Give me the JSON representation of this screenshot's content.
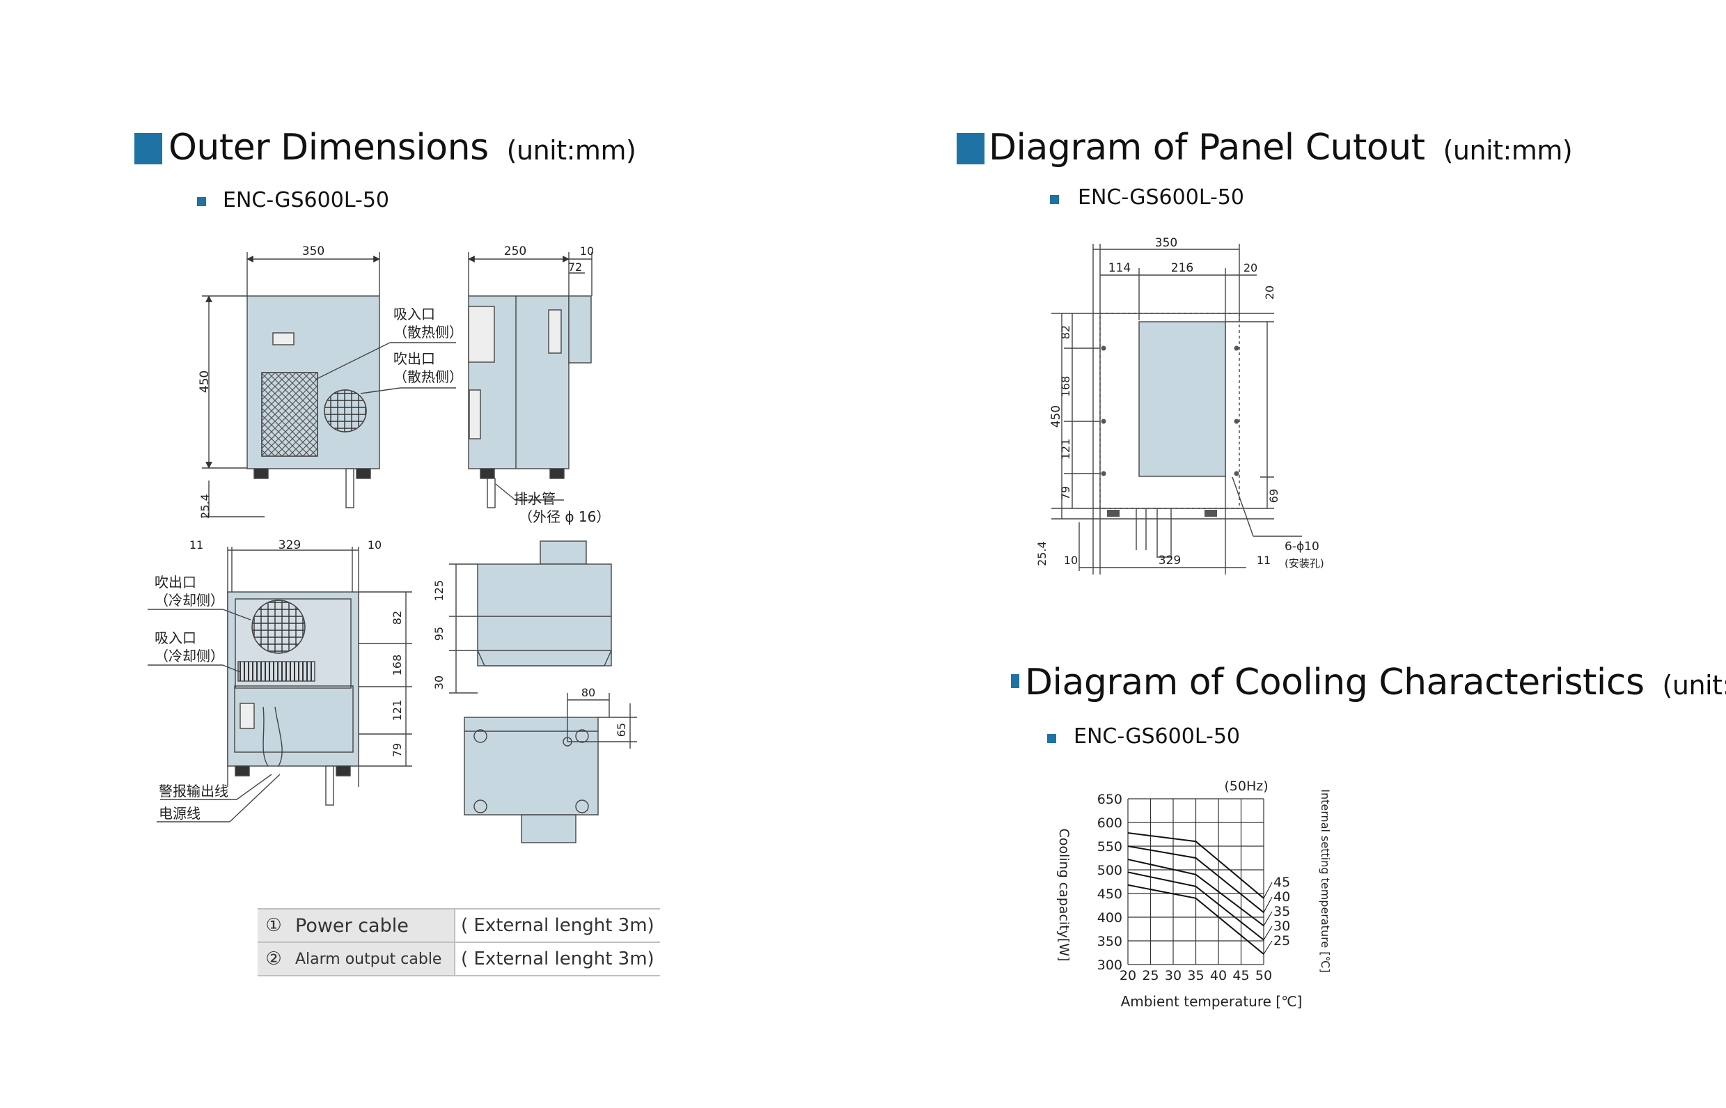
{
  "outer": {
    "title": "Outer Dimensions",
    "unit": "(unit:mm)",
    "model": "ENC-GS600L-50",
    "front": {
      "width": "350",
      "height": "450",
      "foot": "25.4",
      "intake_hot": "吸入口",
      "intake_hot_sub": "（散热侧）",
      "outlet_hot": "吹出口",
      "outlet_hot_sub": "（散热侧）"
    },
    "side": {
      "depth": "250",
      "d10": "10",
      "d72": "72",
      "drain": "排水管",
      "drain_sub": "（外径 ϕ 16）"
    },
    "rear": {
      "d11": "11",
      "d329": "329",
      "d10": "10",
      "h82": "82",
      "h168": "168",
      "h121": "121",
      "h79": "79",
      "outlet_cool": "吹出口",
      "outlet_cool_sub": "（冷却侧）",
      "intake_cool": "吸入口",
      "intake_cool_sub": "（冷却侧）",
      "alarm": "警报输出线",
      "power": "电源线"
    },
    "sideview": {
      "h125": "125",
      "h95": "95",
      "h30": "30"
    },
    "top": {
      "d80": "80",
      "d65": "65"
    }
  },
  "cables": [
    {
      "num": "①",
      "label": "Power cable",
      "ext": "( External lenght 3m)"
    },
    {
      "num": "②",
      "label": "Alarm output cable",
      "ext": "( External lenght 3m)"
    }
  ],
  "cutout": {
    "title": "Diagram of Panel Cutout",
    "unit": "(unit:mm)",
    "model": "ENC-GS600L-50",
    "dims": {
      "w350": "350",
      "w114": "114",
      "w216": "216",
      "w20": "20",
      "v20": "20",
      "h450": "450",
      "h82": "82",
      "h168": "168",
      "h121": "121",
      "h79": "79",
      "h69": "69",
      "h25": "25.4",
      "b10": "10",
      "b329": "329",
      "b11": "11",
      "hole": "6-ϕ10",
      "hole_sub": "(安装孔)"
    }
  },
  "cooling": {
    "title": "Diagram of Cooling Characteristics",
    "unit": "(unit:mm)",
    "model": "ENC-GS600L-50"
  },
  "chart_data": {
    "type": "line",
    "title": "",
    "freq_label": "(50Hz)",
    "xlabel": "Ambient temperature [℃]",
    "ylabel": "Cooling capacity[W]",
    "y2label": "Internal setting temperature [℃]",
    "x_ticks": [
      20,
      25,
      30,
      35,
      40,
      45,
      50
    ],
    "y_ticks": [
      300,
      350,
      400,
      450,
      500,
      550,
      600,
      650
    ],
    "xlim": [
      20,
      50
    ],
    "ylim": [
      300,
      650
    ],
    "grid": true,
    "series": [
      {
        "name": "45",
        "x": [
          20,
          35,
          50
        ],
        "y": [
          578,
          560,
          440
        ]
      },
      {
        "name": "40",
        "x": [
          20,
          35,
          50
        ],
        "y": [
          550,
          525,
          410
        ]
      },
      {
        "name": "35",
        "x": [
          20,
          35,
          50
        ],
        "y": [
          522,
          490,
          382
        ]
      },
      {
        "name": "30",
        "x": [
          20,
          35,
          50
        ],
        "y": [
          495,
          465,
          352
        ]
      },
      {
        "name": "25",
        "x": [
          20,
          35,
          50
        ],
        "y": [
          468,
          440,
          322
        ]
      }
    ]
  }
}
